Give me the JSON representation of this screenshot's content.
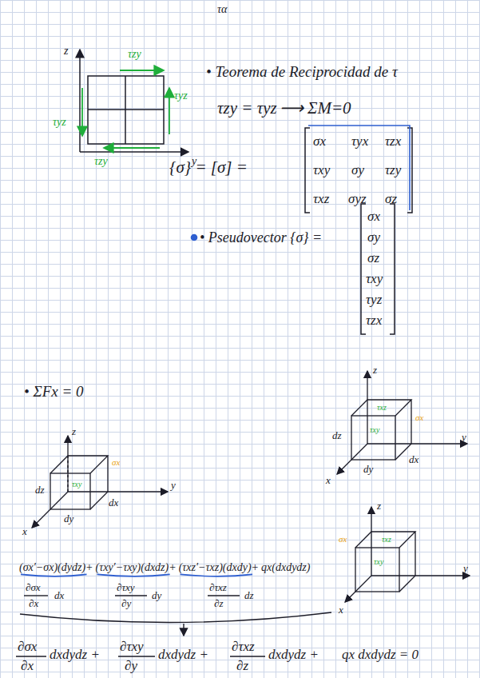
{
  "diagram": {
    "labels": [
      "τα",
      "z",
      "y",
      "τzy",
      "τyz",
      "τyz",
      "τzy",
      "• Teorema de Reciprocidad de τ",
      "τzy = τyz",
      "⟶ ΣM=0",
      "{σ} = [σ] =",
      "σx",
      "τyx",
      "τzx",
      "τxy",
      "σy",
      "τzy",
      "τxz",
      "σyz",
      "σz",
      "• Pseudovector {σ} =",
      "σx",
      "σy",
      "σz",
      "τxy",
      "τyz",
      "τzx",
      "• ΣFx = 0",
      "z",
      "y",
      "x",
      "dz",
      "dy",
      "dx",
      "τxy",
      "σx",
      "z",
      "y",
      "x",
      "dz",
      "dy",
      "dx",
      "σx",
      "τxz",
      "τxy",
      "z",
      "y",
      "x",
      "σx",
      "τxz",
      "τxy",
      "(σx′−σx)(dydz)+",
      "(τxy′−τxy)(dxdz)+",
      "(τxz′−τxz)(dxdy)+",
      "qx(dxdydz)",
      "∂σx",
      "∂x",
      "dx",
      "∂τxy",
      "∂y",
      "dy",
      "∂τxz",
      "∂z",
      "dz",
      "∂σx",
      "∂x",
      "dxdydz +",
      "∂τxy",
      "∂y",
      "dxdydz +",
      "∂τxz",
      "∂z",
      "dxdydz +",
      "qx dxdydz = 0"
    ]
  }
}
